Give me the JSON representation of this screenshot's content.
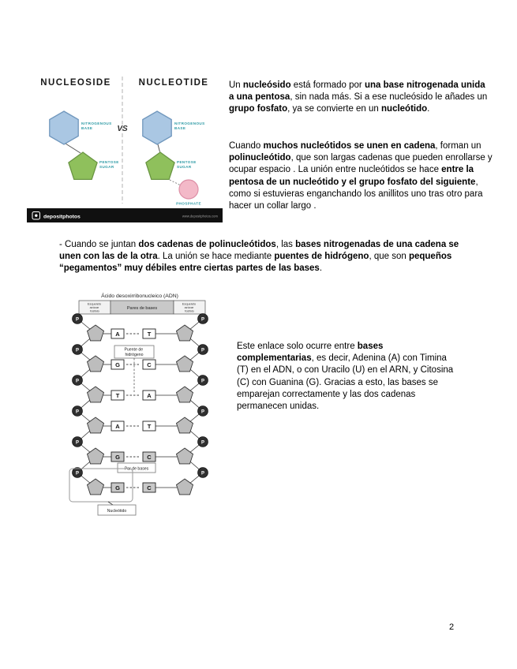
{
  "page": {
    "number": "2"
  },
  "paragraphs": {
    "p1": [
      {
        "t": "Un ",
        "b": false
      },
      {
        "t": "nucleósido",
        "b": true
      },
      {
        "t": " está formado por ",
        "b": false
      },
      {
        "t": "una base nitrogenada unida a una pentosa",
        "b": true
      },
      {
        "t": ", sin nada más. Si a ese nucleósido le añades un ",
        "b": false
      },
      {
        "t": "grupo fosfato",
        "b": true
      },
      {
        "t": ", ya se convierte en un ",
        "b": false
      },
      {
        "t": "nucleótido",
        "b": true
      },
      {
        "t": ".",
        "b": false
      }
    ],
    "p2": [
      {
        "t": "Cuando ",
        "b": false
      },
      {
        "t": "muchos nucleótidos se unen en cadena",
        "b": true
      },
      {
        "t": ", forman un ",
        "b": false
      },
      {
        "t": "polinucleótido",
        "b": true
      },
      {
        "t": ", que son largas cadenas que pueden enrollarse y ocupar espacio . La unión entre nucleótidos se hace ",
        "b": false
      },
      {
        "t": "entre la pentosa de un nucleótido y el grupo fosfato del siguiente",
        "b": true
      },
      {
        "t": ", como si estuvieras enganchando los anillitos uno tras otro para hacer un collar largo .",
        "b": false
      }
    ],
    "p3": [
      {
        "t": "- Cuando se juntan ",
        "b": false
      },
      {
        "t": "dos cadenas de polinucleótidos",
        "b": true
      },
      {
        "t": ", las ",
        "b": false
      },
      {
        "t": "bases nitrogenadas de una cadena se unen con las de la otra",
        "b": true
      },
      {
        "t": ". La unión se hace mediante ",
        "b": false
      },
      {
        "t": "puentes de hidrógeno",
        "b": true
      },
      {
        "t": ", que son ",
        "b": false
      },
      {
        "t": "pequeños “pegamentos” muy débiles entre ciertas partes de las bases",
        "b": true
      },
      {
        "t": ".",
        "b": false
      }
    ],
    "p4": [
      {
        "t": "Este enlace solo ocurre entre ",
        "b": false
      },
      {
        "t": "bases complementarias",
        "b": true
      },
      {
        "t": ", es decir, Adenina (A) con Timina (T) en el ADN, o con Uracilo (U) en el ARN, y Citosina (C) con Guanina (G). Gracias a esto, las bases se emparejan correctamente y las dos cadenas permanecen unidas.",
        "b": false
      }
    ]
  },
  "nucleoside_figure": {
    "left_title": "NUCLEOSIDE",
    "right_title": "NUCLEOTIDE",
    "vs": "VS",
    "base_label_1": "NITROGENOUS",
    "base_label_2": "BASE",
    "sugar_label_1": "PENTOSE",
    "sugar_label_2": "SUGAR",
    "phosphate_label": "PHOSPHATE",
    "watermark": "depositphotos",
    "watermark_url": "www.depositphotos.com",
    "colors": {
      "base_fill": "#aac7e3",
      "sugar_fill": "#8fc05c",
      "phosphate_fill": "#f3b9c8",
      "label_teal": "#2d9aa5"
    }
  },
  "dna_figure": {
    "title": "Ácido desoxirribonucleico (ADN)",
    "header_left_lines": [
      "Esqueleto",
      "azúcar",
      "fosfato"
    ],
    "header_center": "Pares de bases",
    "header_right_lines": [
      "Esqueleto",
      "azúcar",
      "fosfato"
    ],
    "phosphate_letter": "P",
    "rungs": [
      {
        "left": "A",
        "right": "T",
        "gray": false
      },
      {
        "left": "G",
        "right": "C",
        "gray": false
      },
      {
        "left": "T",
        "right": "A",
        "gray": false
      },
      {
        "left": "A",
        "right": "T",
        "gray": false
      },
      {
        "left": "G",
        "right": "C",
        "gray": true
      },
      {
        "left": "G",
        "right": "C",
        "gray": true
      }
    ],
    "labels": {
      "hydrogen_1": "Puente de",
      "hydrogen_2": "hidrógeno",
      "base_pair": "Par de bases",
      "nucleotide": "Nucleótido"
    }
  }
}
